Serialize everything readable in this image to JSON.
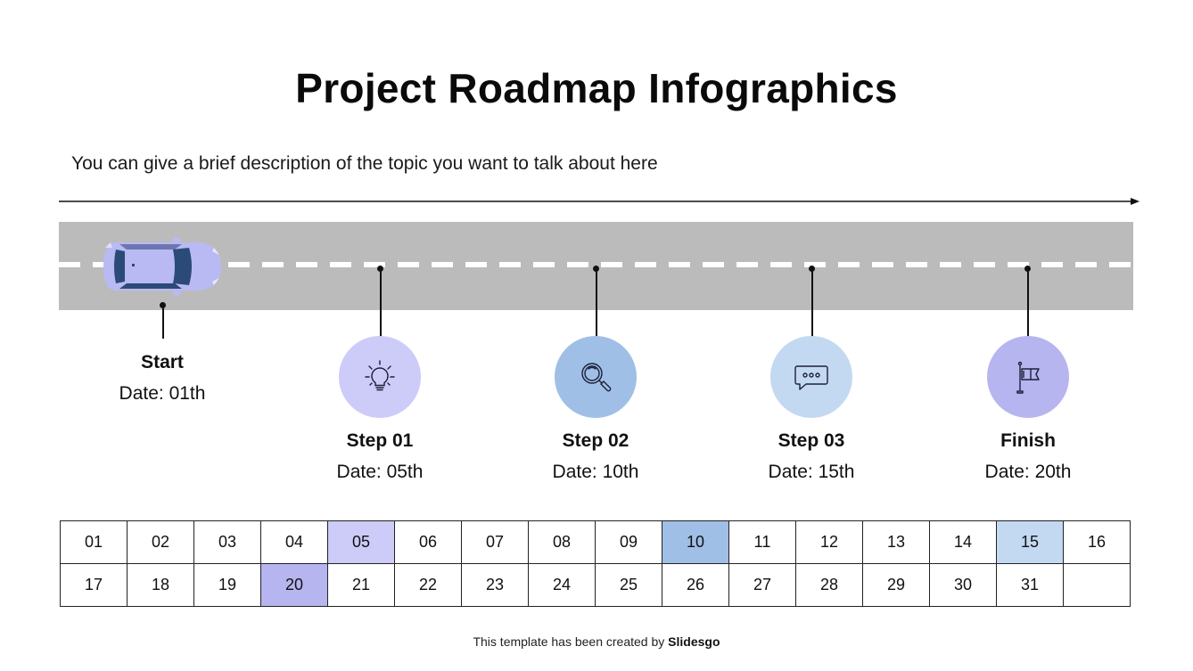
{
  "title": "Project Roadmap Infographics",
  "description": "You can give a brief description of the topic you want to talk about here",
  "colors": {
    "road": "#bbbbbb",
    "lavender": "#cdcbf8",
    "blue": "#9fbfe6",
    "light_blue": "#c3d9f1",
    "periwinkle": "#b6b5f0",
    "car_body": "#b9baf3",
    "car_glass": "#2b4a78"
  },
  "milestones": [
    {
      "label": "Start",
      "date": "Date: 01th",
      "icon": "car-icon",
      "color": ""
    },
    {
      "label": "Step 01",
      "date": "Date: 05th",
      "icon": "lightbulb-icon",
      "color": "#cdcbf8"
    },
    {
      "label": "Step 02",
      "date": "Date: 10th",
      "icon": "magnifier-icon",
      "color": "#9fbfe6"
    },
    {
      "label": "Step 03",
      "date": "Date: 15th",
      "icon": "chat-bubble-icon",
      "color": "#c3d9f1"
    },
    {
      "label": "Finish",
      "date": "Date: 20th",
      "icon": "flag-icon",
      "color": "#b6b5f0"
    }
  ],
  "calendar": {
    "rows": [
      [
        "01",
        "02",
        "03",
        "04",
        "05",
        "06",
        "07",
        "08",
        "09",
        "10",
        "11",
        "12",
        "13",
        "14",
        "15",
        "16"
      ],
      [
        "17",
        "18",
        "19",
        "20",
        "21",
        "22",
        "23",
        "24",
        "25",
        "26",
        "27",
        "28",
        "29",
        "30",
        "31",
        ""
      ]
    ],
    "highlights": {
      "05": "#cdcbf8",
      "10": "#9fbfe6",
      "15": "#c3d9f1",
      "20": "#b6b5f0"
    }
  },
  "footer": {
    "prefix": "This template has been created by ",
    "brand": "Slidesgo"
  }
}
